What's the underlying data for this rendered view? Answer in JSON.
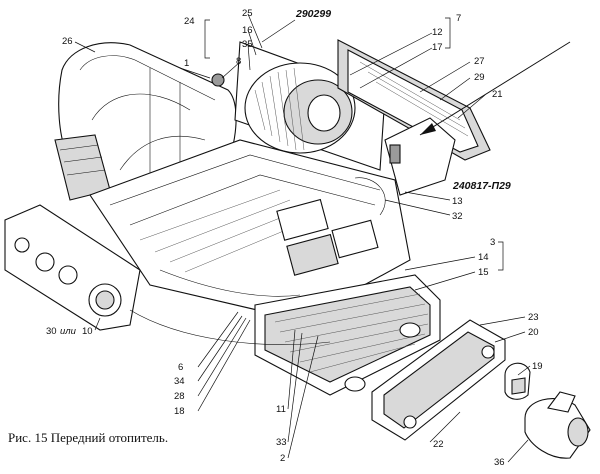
{
  "caption": "Рис. 15 Передний отопитель.",
  "labels": {
    "l1": "1",
    "l2": "2",
    "l3": "3",
    "l6": "6",
    "l7": "7",
    "l8": "8",
    "l10": "10",
    "l11": "11",
    "l12": "12",
    "l13": "13",
    "l14": "14",
    "l15": "15",
    "l16": "16",
    "l17": "17",
    "l18": "18",
    "l19": "19",
    "l20": "20",
    "l21": "21",
    "l22": "22",
    "l23": "23",
    "l24": "24",
    "l25": "25",
    "l26": "26",
    "l27": "27",
    "l28": "28",
    "l29": "29",
    "l30": "30",
    "l30_or": "или",
    "l32": "32",
    "l33": "33",
    "l34": "34",
    "l35": "35",
    "l36": "36",
    "code_top": "290299",
    "code_right": "240817-П29"
  }
}
